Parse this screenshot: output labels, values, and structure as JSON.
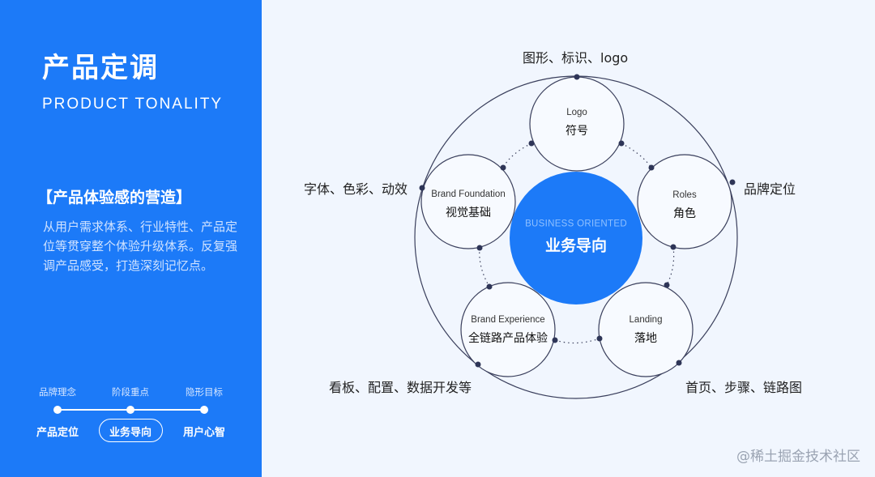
{
  "left_panel": {
    "title": "产品定调",
    "subtitle": "PRODUCT TONALITY",
    "heading": "【产品体验感的营造】",
    "description": "从用户需求体系、行业特性、产品定位等贯穿整个体验升级体系。反复强调产品感受，打造深刻记忆点。",
    "steps": [
      {
        "top": "品牌理念",
        "bottom": "产品定位",
        "active": false
      },
      {
        "top": "阶段重点",
        "bottom": "业务导向",
        "active": true
      },
      {
        "top": "隐形目标",
        "bottom": "用户心智",
        "active": false
      }
    ]
  },
  "diagram": {
    "center": {
      "en": "BUSINESS ORIENTED",
      "zh": "业务导向"
    },
    "nodes": [
      {
        "en": "Logo",
        "zh": "符号"
      },
      {
        "en": "Roles",
        "zh": "角色"
      },
      {
        "en": "Landing",
        "zh": "落地"
      },
      {
        "en": "Brand Experience",
        "zh": "全链路产品体验"
      },
      {
        "en": "Brand Foundation",
        "zh": "视觉基础"
      }
    ],
    "outer_labels": {
      "top": "图形、标识、logo",
      "right": "品牌定位",
      "bottom_right": "首页、步骤、链路图",
      "bottom_left": "看板、配置、数据开发等",
      "left": "字体、色彩、动效"
    },
    "colors": {
      "accent": "#1c7af8",
      "line": "#3a3f5c"
    }
  },
  "watermark": "@稀土掘金技术社区"
}
